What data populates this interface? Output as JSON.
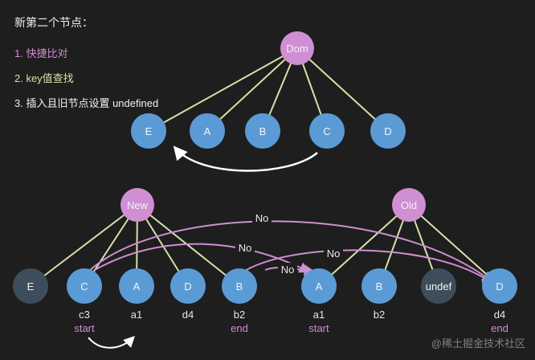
{
  "heading": "新第二个节点：",
  "steps": [
    "1. 快捷比对",
    "2. key值查找",
    "3. 插入且旧节点设置 undefined"
  ],
  "roots": {
    "dom": "Dom",
    "new": "New",
    "old": "Old"
  },
  "dom_children": [
    "E",
    "A",
    "B",
    "C",
    "D"
  ],
  "new_children": [
    "E",
    "C",
    "A",
    "D",
    "B"
  ],
  "old_children": [
    "A",
    "B",
    "undef",
    "D"
  ],
  "new_labels": [
    {
      "key": "c3",
      "pointer": "start"
    },
    {
      "key": "a1",
      "pointer": ""
    },
    {
      "key": "d4",
      "pointer": ""
    },
    {
      "key": "b2",
      "pointer": "end"
    }
  ],
  "old_labels": [
    {
      "key": "a1",
      "pointer": "start"
    },
    {
      "key": "b2",
      "pointer": ""
    },
    {
      "key": "",
      "pointer": ""
    },
    {
      "key": "d4",
      "pointer": "end"
    }
  ],
  "compare_arrows": [
    "No",
    "No",
    "No",
    "No"
  ],
  "watermark": "@稀土掘金技术社区",
  "colors": {
    "background": "#1e1e1e",
    "child_node": "#5b9bd5",
    "root_node": "#cf8fd2",
    "removed_node": "#3d4d5c",
    "tree_line": "#d8e0a6",
    "compare_arrow": "#cf8fd2",
    "move_arrow": "#ffffff",
    "start_end_label": "#cf8fd2",
    "key_label": "#e8e8e8"
  }
}
